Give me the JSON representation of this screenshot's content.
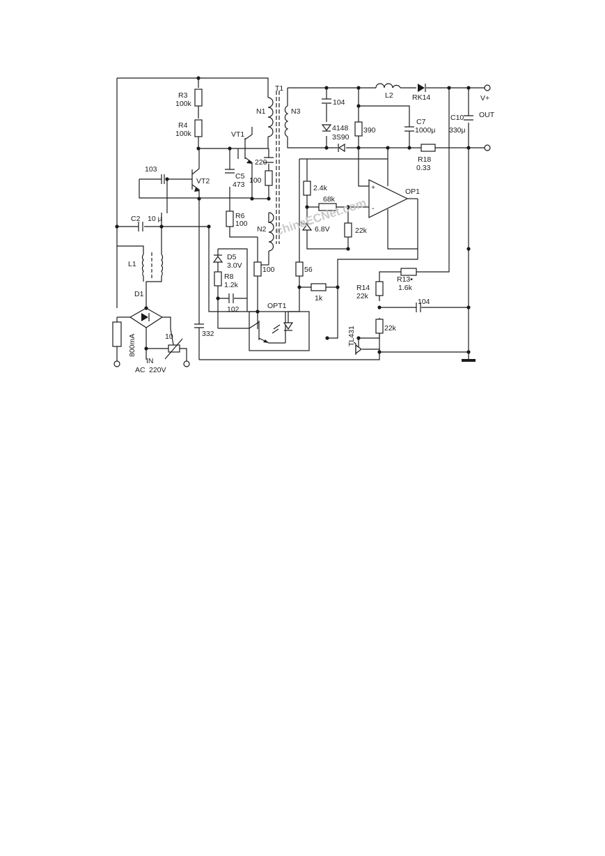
{
  "labels": {
    "R3": "R3",
    "R3v": "100k",
    "R4": "R4",
    "R4v": "100k",
    "T1": "T1",
    "N1": "N1",
    "N2": "N2",
    "N3": "N3",
    "VT1": "VT1",
    "VT2": "VT2",
    "C103": "103",
    "C5": "C5",
    "C5v": "473",
    "C220": "220",
    "R100a": "100",
    "R6": "R6",
    "R6v": "100",
    "C2": "C2",
    "C2v": "10 μ",
    "L1": "L1",
    "D1": "D1",
    "fuse": "800mA",
    "therm": "10",
    "IN": "IN",
    "AC": "AC",
    "V220": "220V",
    "C332": "332",
    "D5": "D5",
    "D5v": "3.0V",
    "R8": "R8",
    "R8v": "1.2k",
    "C102": "102",
    "R100b": "100",
    "OPT1": "OPT1",
    "R56": "56",
    "R1k": "1k",
    "C104a": "104",
    "D4148": "4148",
    "Z3S90": "3S90",
    "R390": "390",
    "L2": "L2",
    "RK14": "RK14",
    "C7": "C7",
    "C7v": "1000μ",
    "C10": "C10",
    "C10v": "330μ",
    "Vplus": "V+",
    "OUT": "OUT",
    "R18": "R18",
    "R18v": "0.33",
    "R24k": "2.4k",
    "R68k": "68k",
    "Z68V": "6.8V",
    "R22k_a": "22k",
    "OP1": "OP1",
    "opPlus": "+",
    "opMinus": "-",
    "R13": "R13•",
    "R13v": "1.6k",
    "R14": "R14",
    "R14v": "22k",
    "C104b": "104",
    "R22k_b": "22k",
    "TL431": "TL431",
    "watermark": "chinaECNet.com"
  }
}
